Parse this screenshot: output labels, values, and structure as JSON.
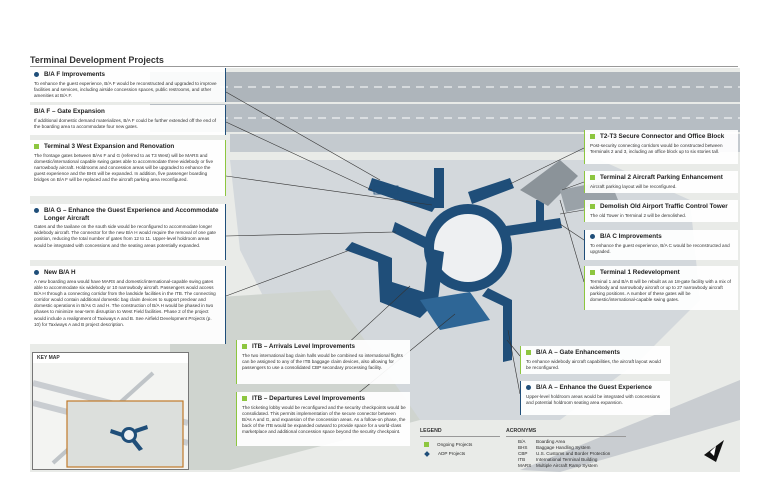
{
  "page": {
    "title": "Terminal Development Projects"
  },
  "blocks": [
    {
      "key": "ba_f_improvements",
      "marker": "dot",
      "title": "B/A F Improvements",
      "body": "To enhance the guest experience, B/A F would be reconstructed and upgraded to improve facilities and services, including airside concession spaces, public restrooms, and other amenities at B/A F."
    },
    {
      "key": "ba_f_gate_expansion",
      "marker": "none",
      "title": "B/A F – Gate Expansion",
      "body": "If additional domestic demand materializes, B/A F could be further extended off the end of the boarding area to accommodate four new gates."
    },
    {
      "key": "t3_west",
      "marker": "square",
      "title": "Terminal 3 West Expansion and Renovation",
      "body": "The frontage gates between B/As F and G (referred to as T3 West) will be MARS and domestic/international capable swing gates able to accommodate three widebody or five narrowbody aircraft. Holdrooms and concession areas will be upgraded to enhance the guest experience and the BHS will be expanded. In addition, five passenger boarding bridges on B/A F will be replaced and the aircraft parking area reconfigured."
    },
    {
      "key": "ba_g",
      "marker": "dot",
      "title": "B/A G – Enhance the Guest Experience and Accommodate Longer Aircraft",
      "body": "Gates and the taxilane on the south side would be reconfigured to accommodate longer widebody aircraft. The connector for the new B/A H would require the removal of one gate position, reducing the total number of gates from 12 to 11. Upper-level holdroom areas would be integrated with concessions and the seating areas potentially expanded."
    },
    {
      "key": "new_ba_h",
      "marker": "dot",
      "title": "New B/A H",
      "body": "A new boarding area would have MARS and domestic/international-capable swing gates able to accommodate six widebody or 10 narrowbody aircraft. Passengers would access B/A H through a connecting corridor from the landside facilities in the ITB. The connecting corridor would contain additional domestic bag claim devices to support preclear and domestic operations in B/As G and H. The construction of B/A H would be phased in two phases to minimize near-term disruption to West Field facilities. Phase 2 of the project would include a realignment of Taxiways A and B. See Airfield Development Projects (p. 10) for Taxiways A and B project description."
    },
    {
      "key": "t2t3",
      "marker": "square",
      "title": "T2-T3 Secure Connector and Office Block",
      "body": "Post-security connecting corridors would be constructed between Terminals 2 and 3, including an office block up to six stories tall."
    },
    {
      "key": "t2_parking",
      "marker": "square",
      "title": "Terminal 2 Aircraft Parking Enhancement",
      "body": "Aircraft parking layout will be reconfigured."
    },
    {
      "key": "old_tower",
      "marker": "square",
      "title": "Demolish Old Airport Traffic Control Tower",
      "body": "The old Tower in Terminal 2 will be demolished."
    },
    {
      "key": "ba_c",
      "marker": "dot",
      "title": "B/A C Improvements",
      "body": "To enhance the guest experience, B/A C would be reconstructed and upgraded."
    },
    {
      "key": "t1",
      "marker": "square",
      "title": "Terminal 1 Redevelopment",
      "body": "Terminal 1 and B/A B will be rebuilt as an 18-gate facility with a mix of widebody and narrowbody aircraft or up to 27 narrowbody aircraft parking positions. A number of these gates will be domestic/international-capable swing gates."
    },
    {
      "key": "itb_arrivals",
      "marker": "square",
      "title": "ITB – Arrivals Level Improvements",
      "body": "The two international bag claim halls would be combined so international flights can be assigned to any of the ITB baggage claim devices, also allowing for passengers to use a consolidated CBP secondary processing facility."
    },
    {
      "key": "itb_departures",
      "marker": "square",
      "title": "ITB – Departures Level Improvements",
      "body": "The ticketing lobby would be reconfigured and the security checkpoints would be consolidated. This permits implementation of the secure connector between B/As A and G, and expansion of the concession areas. As a follow-on phase, the back of the ITB would be expanded outward to provide space for a world-class marketplace and additional concession space beyond the security checkpoint."
    },
    {
      "key": "ba_a_gate",
      "marker": "square",
      "title": "B/A A – Gate Enhancements",
      "body": "To enhance widebody aircraft capabilities, the aircraft layout would be reconfigured."
    },
    {
      "key": "ba_a_guest",
      "marker": "dot",
      "title": "B/A A – Enhance the Guest Experience",
      "body": "Upper-level holdroom areas would be integrated with concessions and potential holdroom seating area expansion."
    }
  ],
  "keymap": {
    "title": "KEY MAP"
  },
  "legend": {
    "title": "LEGEND",
    "items": [
      {
        "label": "Ongoing Projects",
        "marker": "square"
      },
      {
        "label": "ADP Projects",
        "marker": "diamond"
      }
    ]
  },
  "acronyms": {
    "title": "ACRONYMS",
    "items": [
      {
        "abbr": "B/A",
        "full": "Boarding Area"
      },
      {
        "abbr": "BHS",
        "full": "Baggage Handling System"
      },
      {
        "abbr": "CBP",
        "full": "U.S. Customs and Border Protection"
      },
      {
        "abbr": "ITB",
        "full": "International Terminal Building"
      },
      {
        "abbr": "MARS",
        "full": "Multiple Aircraft Ramp System"
      }
    ]
  },
  "colors": {
    "project_navy": "#1f4e79",
    "ongoing_green": "#8dc63f",
    "apron": "#cdd3d8",
    "taxiway": "#b8bfc5"
  }
}
